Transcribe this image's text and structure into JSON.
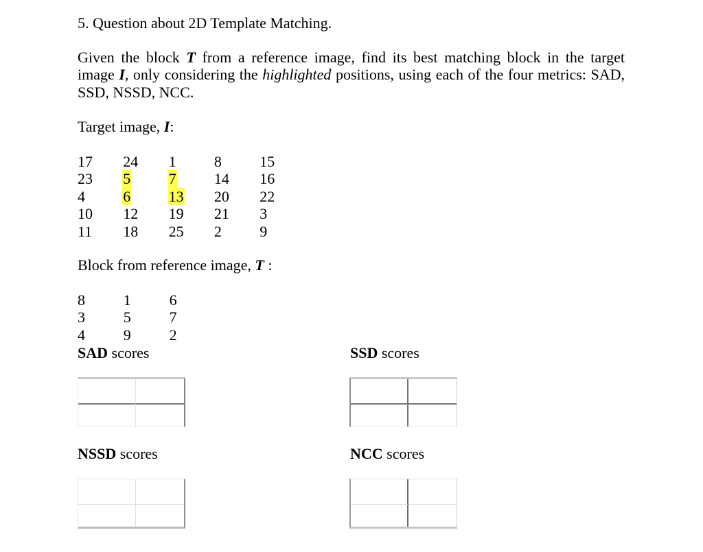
{
  "page": {
    "background": "#ffffff",
    "text_color": "#000000"
  },
  "document": {
    "title": "5. Question about 2D Template Matching.",
    "intro_lines": {
      "line1": {
        "pre": "Given the block ",
        "sym": "T",
        "post": " from a reference image, find its best matching block in the target"
      },
      "line2": {
        "pre": "image ",
        "sym": "I",
        "mid": ",  only considering the ",
        "em": "highlighted",
        "post": " positions, using each of the four metrics: SAD,"
      },
      "line3": "SSD, NSSD, NCC."
    },
    "target_label": {
      "pre": "Target image, ",
      "sym": "I",
      "post": ":"
    },
    "target_matrix": {
      "rows": [
        [
          "17",
          "24",
          "1",
          "8",
          "15"
        ],
        [
          "23",
          "5",
          "7",
          "14",
          "16"
        ],
        [
          "4",
          "6",
          "13",
          "20",
          "22"
        ],
        [
          "10",
          "12",
          "19",
          "21",
          "3"
        ],
        [
          "11",
          "18",
          "25",
          "2",
          "9"
        ]
      ],
      "highlighted_cells": [
        [
          1,
          1
        ],
        [
          1,
          2
        ],
        [
          2,
          1
        ],
        [
          2,
          2
        ]
      ],
      "highlight_color": "#ffff4d"
    },
    "block_label": {
      "pre": "Block from reference image, ",
      "sym": "T",
      "post": " :"
    },
    "block_matrix": {
      "rows": [
        [
          "8",
          "1",
          "6"
        ],
        [
          "3",
          "5",
          "7"
        ],
        [
          "4",
          "9",
          "2"
        ]
      ]
    },
    "score_headings": {
      "sad": {
        "metric": "SAD",
        "rest": " scores"
      },
      "ssd": {
        "metric": "SSD",
        "rest": " scores"
      },
      "nssd": {
        "metric": "NSSD",
        "rest": " scores"
      },
      "ncc": {
        "metric": "NCC",
        "rest": " scores"
      }
    }
  }
}
